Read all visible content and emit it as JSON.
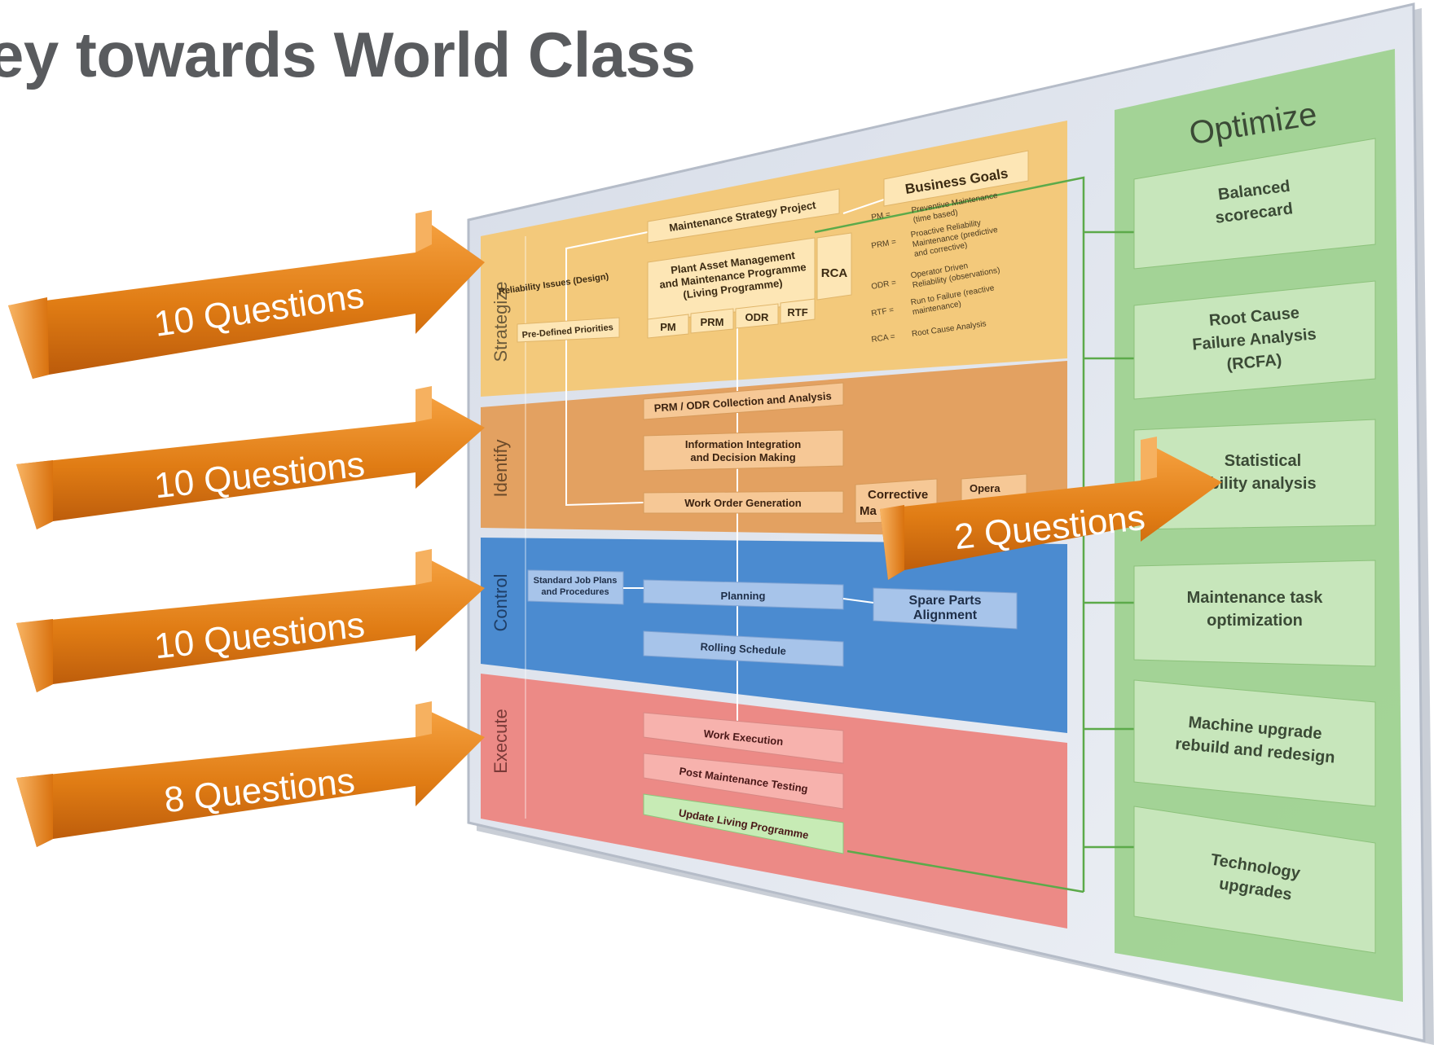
{
  "title": "ey towards World Class",
  "colors": {
    "strategize": "#f3c97b",
    "identify": "#e3a161",
    "control": "#4b8bd0",
    "execute": "#ec8a86",
    "optimize": "#9fd290",
    "arrow": "#e8841e",
    "title": "#595b5e"
  },
  "arrows": [
    {
      "label": "10 Questions"
    },
    {
      "label": "10 Questions"
    },
    {
      "label": "10 Questions"
    },
    {
      "label": "8 Questions"
    },
    {
      "label": "2 Questions"
    }
  ],
  "bands": {
    "strategize": "Strategize",
    "identify": "Identify",
    "control": "Control",
    "execute": "Execute"
  },
  "strategize": {
    "business_goals": "Business Goals",
    "strategy_project": "Maintenance Strategy Project",
    "reliability_issues": "Reliability Issues (Design)",
    "pre_defined": "Pre-Defined Priorities",
    "plant_asset": [
      "Plant Asset Management",
      "and Maintenance Programme",
      "(Living Programme)"
    ],
    "rca": "RCA",
    "sub": [
      "PM",
      "PRM",
      "ODR",
      "RTF"
    ],
    "legend": [
      {
        "abbr": "PM =",
        "text": [
          "Preventive Maintenance",
          "(time based)"
        ]
      },
      {
        "abbr": "PRM =",
        "text": [
          "Proactive Reliability",
          "Maintenance (predictive",
          "and corrective)"
        ]
      },
      {
        "abbr": "ODR =",
        "text": [
          "Operator Driven",
          "Reliability (observations)"
        ]
      },
      {
        "abbr": "RTF =",
        "text": [
          "Run to Failure (reactive",
          "maintenance)"
        ]
      },
      {
        "abbr": "RCA =",
        "text": [
          "Root Cause Analysis"
        ]
      }
    ]
  },
  "identify": {
    "collection": "PRM / ODR Collection and Analysis",
    "integration": [
      "Information Integration",
      "and Decision Making"
    ],
    "work_order": "Work Order Generation",
    "corrective": [
      "Corrective",
      "Ma"
    ],
    "operations": "Opera"
  },
  "control": {
    "standard_jobs": [
      "Standard Job Plans",
      "and Procedures"
    ],
    "planning": "Planning",
    "spare_parts": [
      "Spare Parts",
      "Alignment"
    ],
    "rolling": "Rolling Schedule"
  },
  "execute": {
    "work_execution": "Work Execution",
    "post_testing": "Post Maintenance Testing",
    "update_living": "Update Living Programme"
  },
  "optimize": {
    "title": "Optimize",
    "items": [
      [
        "Balanced",
        "scorecard"
      ],
      [
        "Root Cause",
        "Failure Analysis",
        "(RCFA)"
      ],
      [
        "Statistical",
        "bility analysis"
      ],
      [
        "Maintenance task",
        "optimization"
      ],
      [
        "Machine upgrade",
        "rebuild and redesign"
      ],
      [
        "Technology",
        "upgrades"
      ]
    ]
  }
}
